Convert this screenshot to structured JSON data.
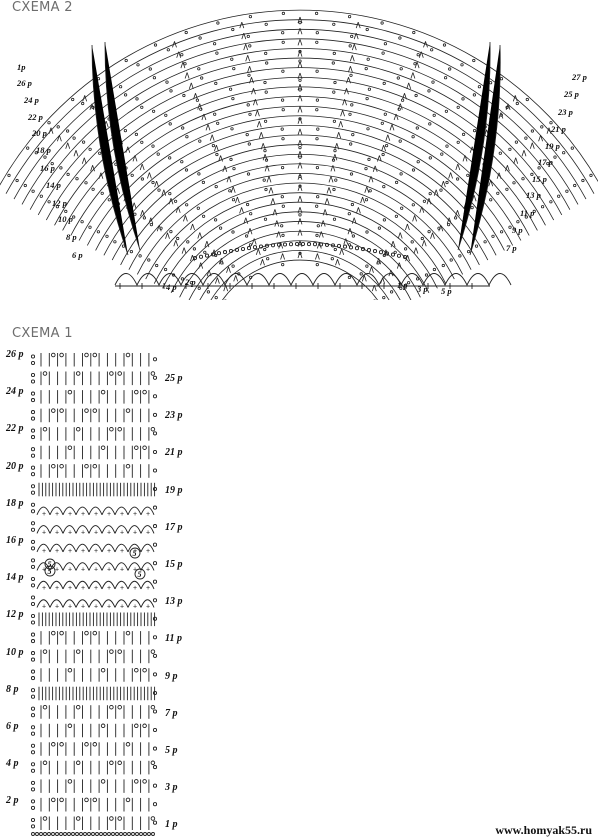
{
  "schema2": {
    "title": "СХЕМА 2",
    "left_labels": [
      "1р",
      "26 р",
      "24 р",
      "22 р",
      "20 р",
      "18 р",
      "16 р",
      "14 р",
      "12 р",
      "10 р",
      "8 р",
      "6 р"
    ],
    "right_labels": [
      "27 р",
      "25 р",
      "23 р",
      "21 р",
      "19 р",
      "17 р",
      "15 р",
      "13 р",
      "11 р",
      "9 р",
      "7 р"
    ],
    "bottom_labels": [
      "4 р",
      "2 р",
      "1 р",
      "3 р",
      "5 р"
    ]
  },
  "schema1": {
    "title": "СХЕМА 1",
    "left_labels": [
      "26 р",
      "24 р",
      "22 р",
      "20 р",
      "18 р",
      "16 р",
      "14 р",
      "12 р",
      "10 р",
      "8 р",
      "6 р",
      "4 р",
      "2 р"
    ],
    "right_labels": [
      "25 р",
      "23 р",
      "21 р",
      "19 р",
      "17 р",
      "15 р",
      "13 р",
      "11 р",
      "9 р",
      "7 р",
      "5 р",
      "3 р",
      "1 р"
    ],
    "marks": [
      "5",
      "5",
      "5",
      "5"
    ]
  },
  "watermark": "www.homyak55.ru"
}
